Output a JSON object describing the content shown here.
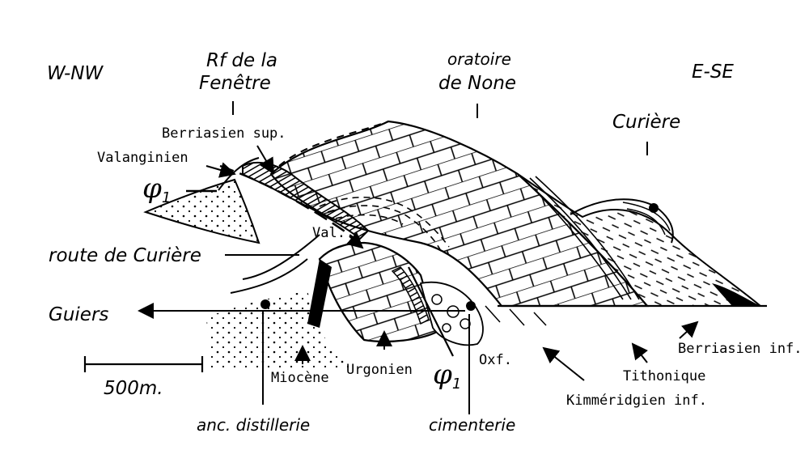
{
  "directions": {
    "west": "W-NW",
    "east": "E-SE"
  },
  "places": {
    "fenetre_line1": "Rf de la",
    "fenetre_line2": "Fenêtre",
    "oratoire_line1": "oratoire",
    "oratoire_line2": "de None",
    "curiere": "Curière",
    "route": "route de Curière",
    "guiers": "Guiers",
    "distillerie": "anc. distillerie",
    "cimenterie": "cimenterie"
  },
  "formations": {
    "berriasien_sup": "Berriasien sup.",
    "valanginien": "Valanginien",
    "val": "Val.",
    "miocene": "Miocène",
    "urgonien": "Urgonien",
    "oxf": "Oxf.",
    "berriasien_inf": "Berriasien inf.",
    "tithonique": "Tithonique",
    "kimmeridgien_inf": "Kimméridgien inf."
  },
  "faults": {
    "symbol": "φ",
    "index": "1"
  },
  "scale": {
    "label": "500m."
  }
}
